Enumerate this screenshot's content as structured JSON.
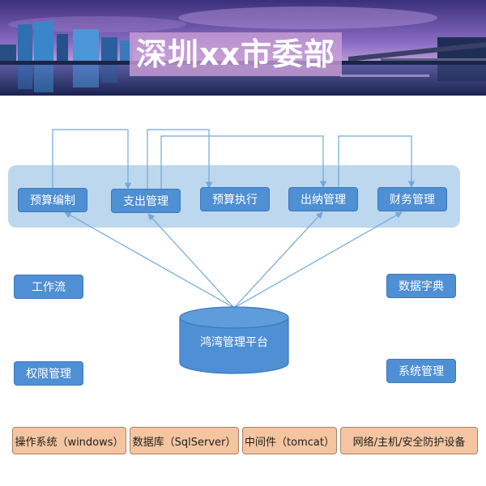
{
  "banner": {
    "title": "深圳xx市委部"
  },
  "modules": {
    "budget_compile": "预算编制",
    "expense_mgmt": "支出管理",
    "budget_exec": "预算执行",
    "cashier_mgmt": "出纳管理",
    "finance_mgmt": "财务管理"
  },
  "side_modules": {
    "workflow": "工作流",
    "permission": "权限管理",
    "dictionary": "数据字典",
    "system": "系统管理"
  },
  "platform": {
    "label": "鸿湾管理平台"
  },
  "infrastructure": {
    "os": "操作系统（windows）",
    "database": "数据库（SqlServer）",
    "middleware": "中间件（tomcat）",
    "network": "网络/主机/安全防护设备"
  },
  "colors": {
    "module_fill": "#4f8fd3",
    "module_group_fill": "#bdd7ee",
    "infra_fill": "#f4c5a0",
    "connector": "#6fa8dc"
  }
}
